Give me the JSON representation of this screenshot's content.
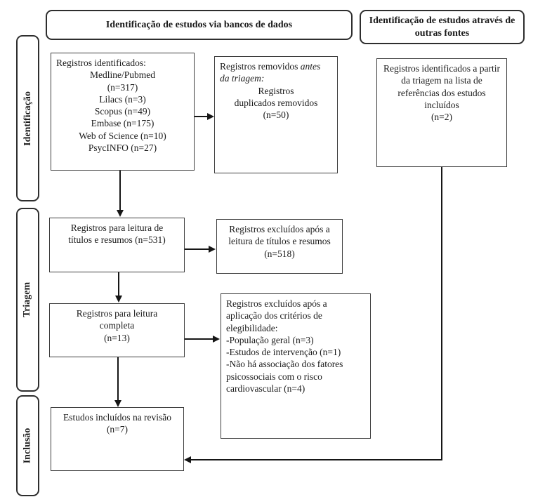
{
  "palette": {
    "box_border": "#3d3d3d",
    "header_border": "#2e2e2e",
    "arrow": "#161616",
    "background": "#ffffff"
  },
  "headers": {
    "databases": "Identificação de estudos via bancos de dados",
    "other_sources": "Identificação de estudos através de outras fontes"
  },
  "stages": {
    "identification": "Identificação",
    "screening": "Triagem",
    "inclusion": "Inclusão"
  },
  "boxes": {
    "records_identified": {
      "title": "Registros identificados:",
      "lines": [
        "Medline/Pubmed",
        "(n=317)",
        "Lilacs (n=3)",
        "Scopus (n=49)",
        "Embase (n=175)",
        "Web of Science (n=10)",
        "PsycINFO (n=27)"
      ]
    },
    "records_removed": {
      "lead": "Registros removidos ",
      "lead_italic": "antes da triagem:",
      "lines": [
        "Registros",
        "duplicados removidos",
        "(n=50)"
      ]
    },
    "other_sources_records": {
      "lines": [
        "Registros identificados a partir",
        "da triagem na lista de",
        "referências dos estudos",
        "incluídos",
        "(n=2)"
      ]
    },
    "title_abstract_screening": {
      "lines": [
        "Registros para leitura de",
        "títulos e resumos (n=531)"
      ]
    },
    "excluded_title_abstract": {
      "lines": [
        "Registros excluídos após a",
        "leitura de títulos e resumos",
        "(n=518)"
      ]
    },
    "full_text_reading": {
      "lines": [
        "Registros para leitura",
        "completa",
        "(n=13)"
      ]
    },
    "excluded_eligibility": {
      "lines": [
        "Registros excluídos após a",
        "aplicação dos critérios de",
        "elegibilidade:",
        "-População geral (n=3)",
        "-Estudos de intervenção (n=1)",
        "-Não há associação dos fatores",
        "psicossociais com o risco",
        "cardiovascular (n=4)"
      ]
    },
    "included_studies": {
      "lines": [
        "Estudos incluídos na revisão",
        "(n=7)"
      ]
    }
  }
}
